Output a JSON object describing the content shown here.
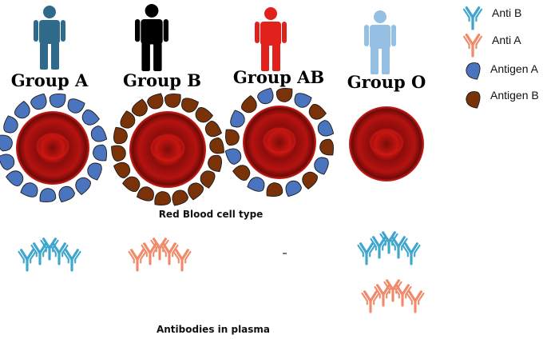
{
  "groups": [
    {
      "title": "Group A",
      "person_color": "#2f6a8a",
      "antigens": "A",
      "antibodies": [
        "B"
      ]
    },
    {
      "title": "Group B",
      "person_color": "#000000",
      "antigens": "B",
      "antibodies": [
        "A"
      ]
    },
    {
      "title": "Group AB",
      "person_color": "#e0211c",
      "antigens": "AB",
      "antibodies": []
    },
    {
      "title": "Group O",
      "person_color": "#95bfe3",
      "antigens": "none",
      "antibodies": [
        "B",
        "A"
      ]
    }
  ],
  "legend": {
    "anti_b": "Anti B",
    "anti_a": "Anti A",
    "antigen_a": "Antigen A",
    "antigen_b": "Antigen B"
  },
  "captions": {
    "rbc": "Red Blood cell type",
    "plasma": "Antibodies in plasma"
  },
  "colors": {
    "anti_b": "#3ea6cd",
    "anti_a": "#f08a6a",
    "antigen_a": "#4b74bf",
    "antigen_b": "#7a3209",
    "rbc_outer": "#c41410",
    "rbc_inner": "#5b0a08"
  }
}
